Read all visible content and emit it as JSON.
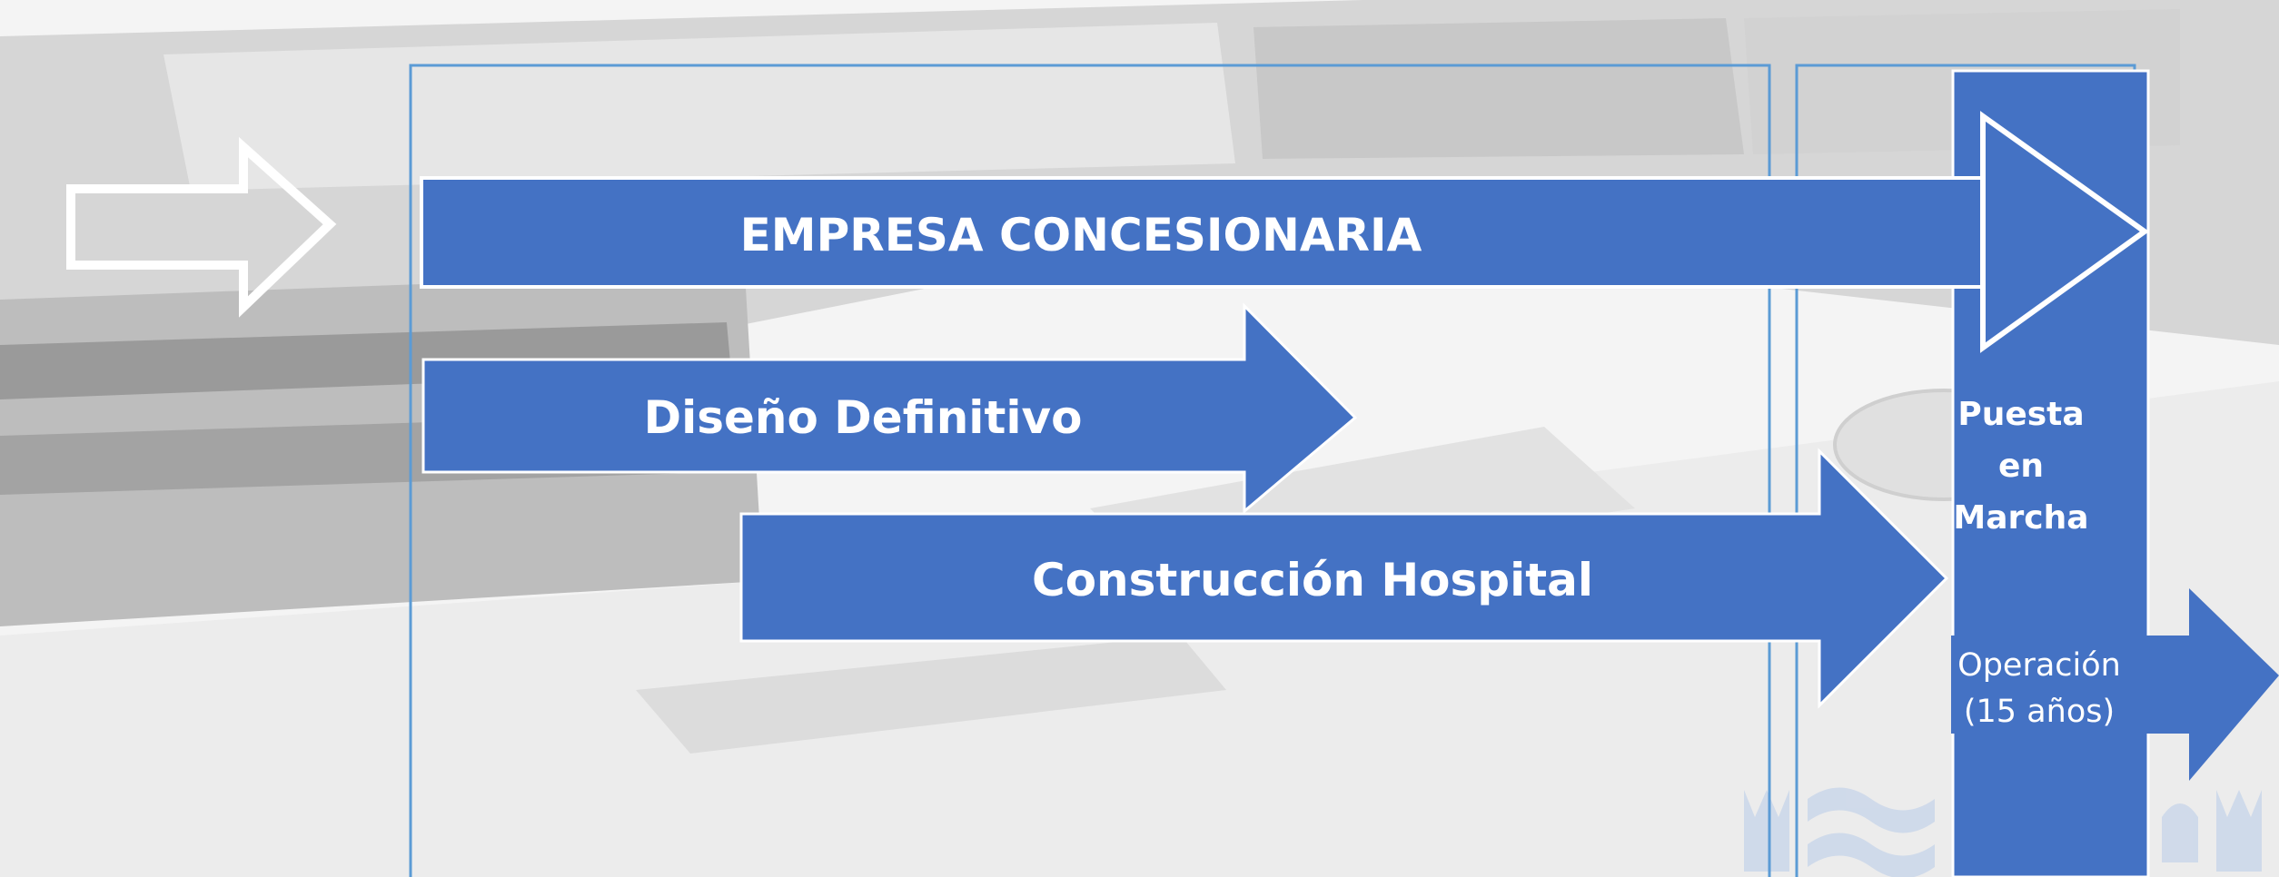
{
  "diagram": {
    "bars": {
      "empresa": "EMPRESA CONCESIONARIA",
      "diseno": "Diseño Definitivo",
      "construccion": "Construcción Hospital",
      "puesta_en_marcha": "Puesta en Marcha",
      "operacion": "Operación (15 años)"
    },
    "colors": {
      "bar_fill": "#4472c4",
      "bar_border": "#ffffff",
      "guide_line": "#5b9bd5",
      "background": "#f2f2f2"
    }
  }
}
